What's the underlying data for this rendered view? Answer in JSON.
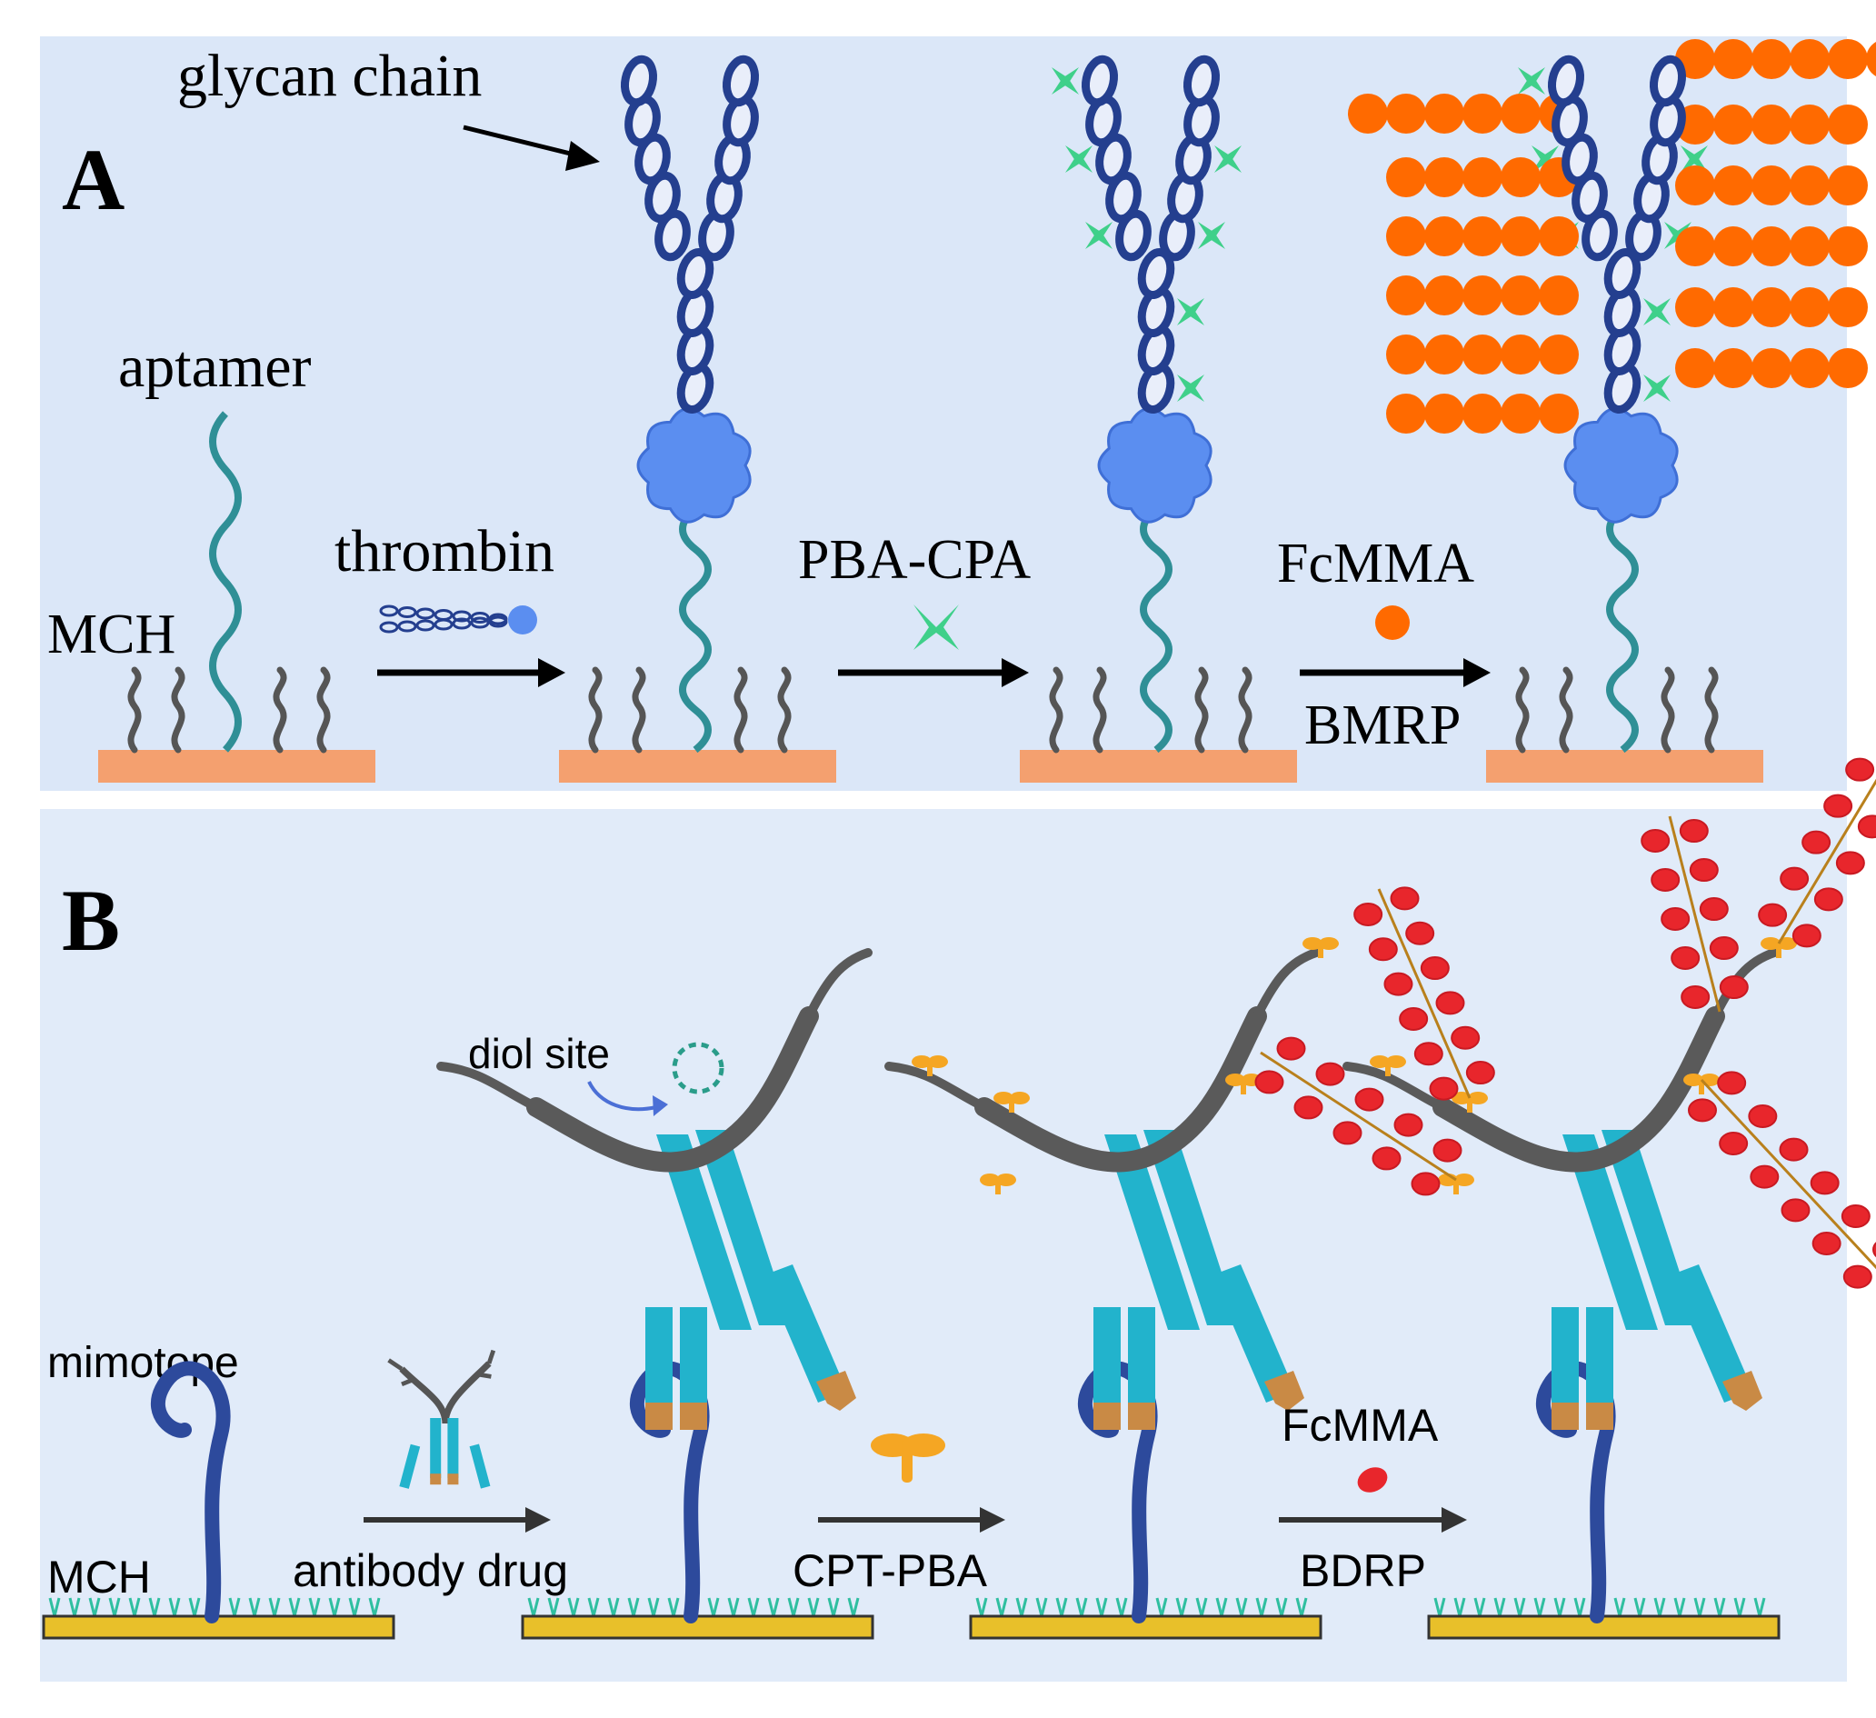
{
  "panel_a": {
    "letter": "A",
    "glycan_label": "glycan chain",
    "aptamer_label": "aptamer",
    "mch_label": "MCH",
    "step1_label": "thrombin",
    "step2_label": "PBA-CPA",
    "step3_top_label": "FcMMA",
    "step3_bottom_label": "BMRP"
  },
  "panel_b": {
    "letter": "B",
    "mimotope_label": "mimotope",
    "mch_label": "MCH",
    "diol_label": "diol site",
    "step1_label": "antibody drug",
    "step2_label": "CPT-PBA",
    "step3_top_label": "FcMMA",
    "step3_bottom_label": "BDRP"
  },
  "colors": {
    "panel_bg_a": "#dbe7f8",
    "panel_bg_b": "#e1ebf9",
    "glycan": "#243f8f",
    "thrombin": "#5b8ef0",
    "aptamer": "#2f8f96",
    "electrode_a": "#f4a06f",
    "electrode_b": "#e8c02a",
    "pba_cpa": "#3fd08a",
    "fcmma_a": "#ff6a00",
    "fcmma_b": "#e8262c",
    "antibody": "#22b3cc",
    "antibody_tip": "#c98a45",
    "glycan_b": "#5a5a5a",
    "cpt_pba": "#f5a623"
  }
}
